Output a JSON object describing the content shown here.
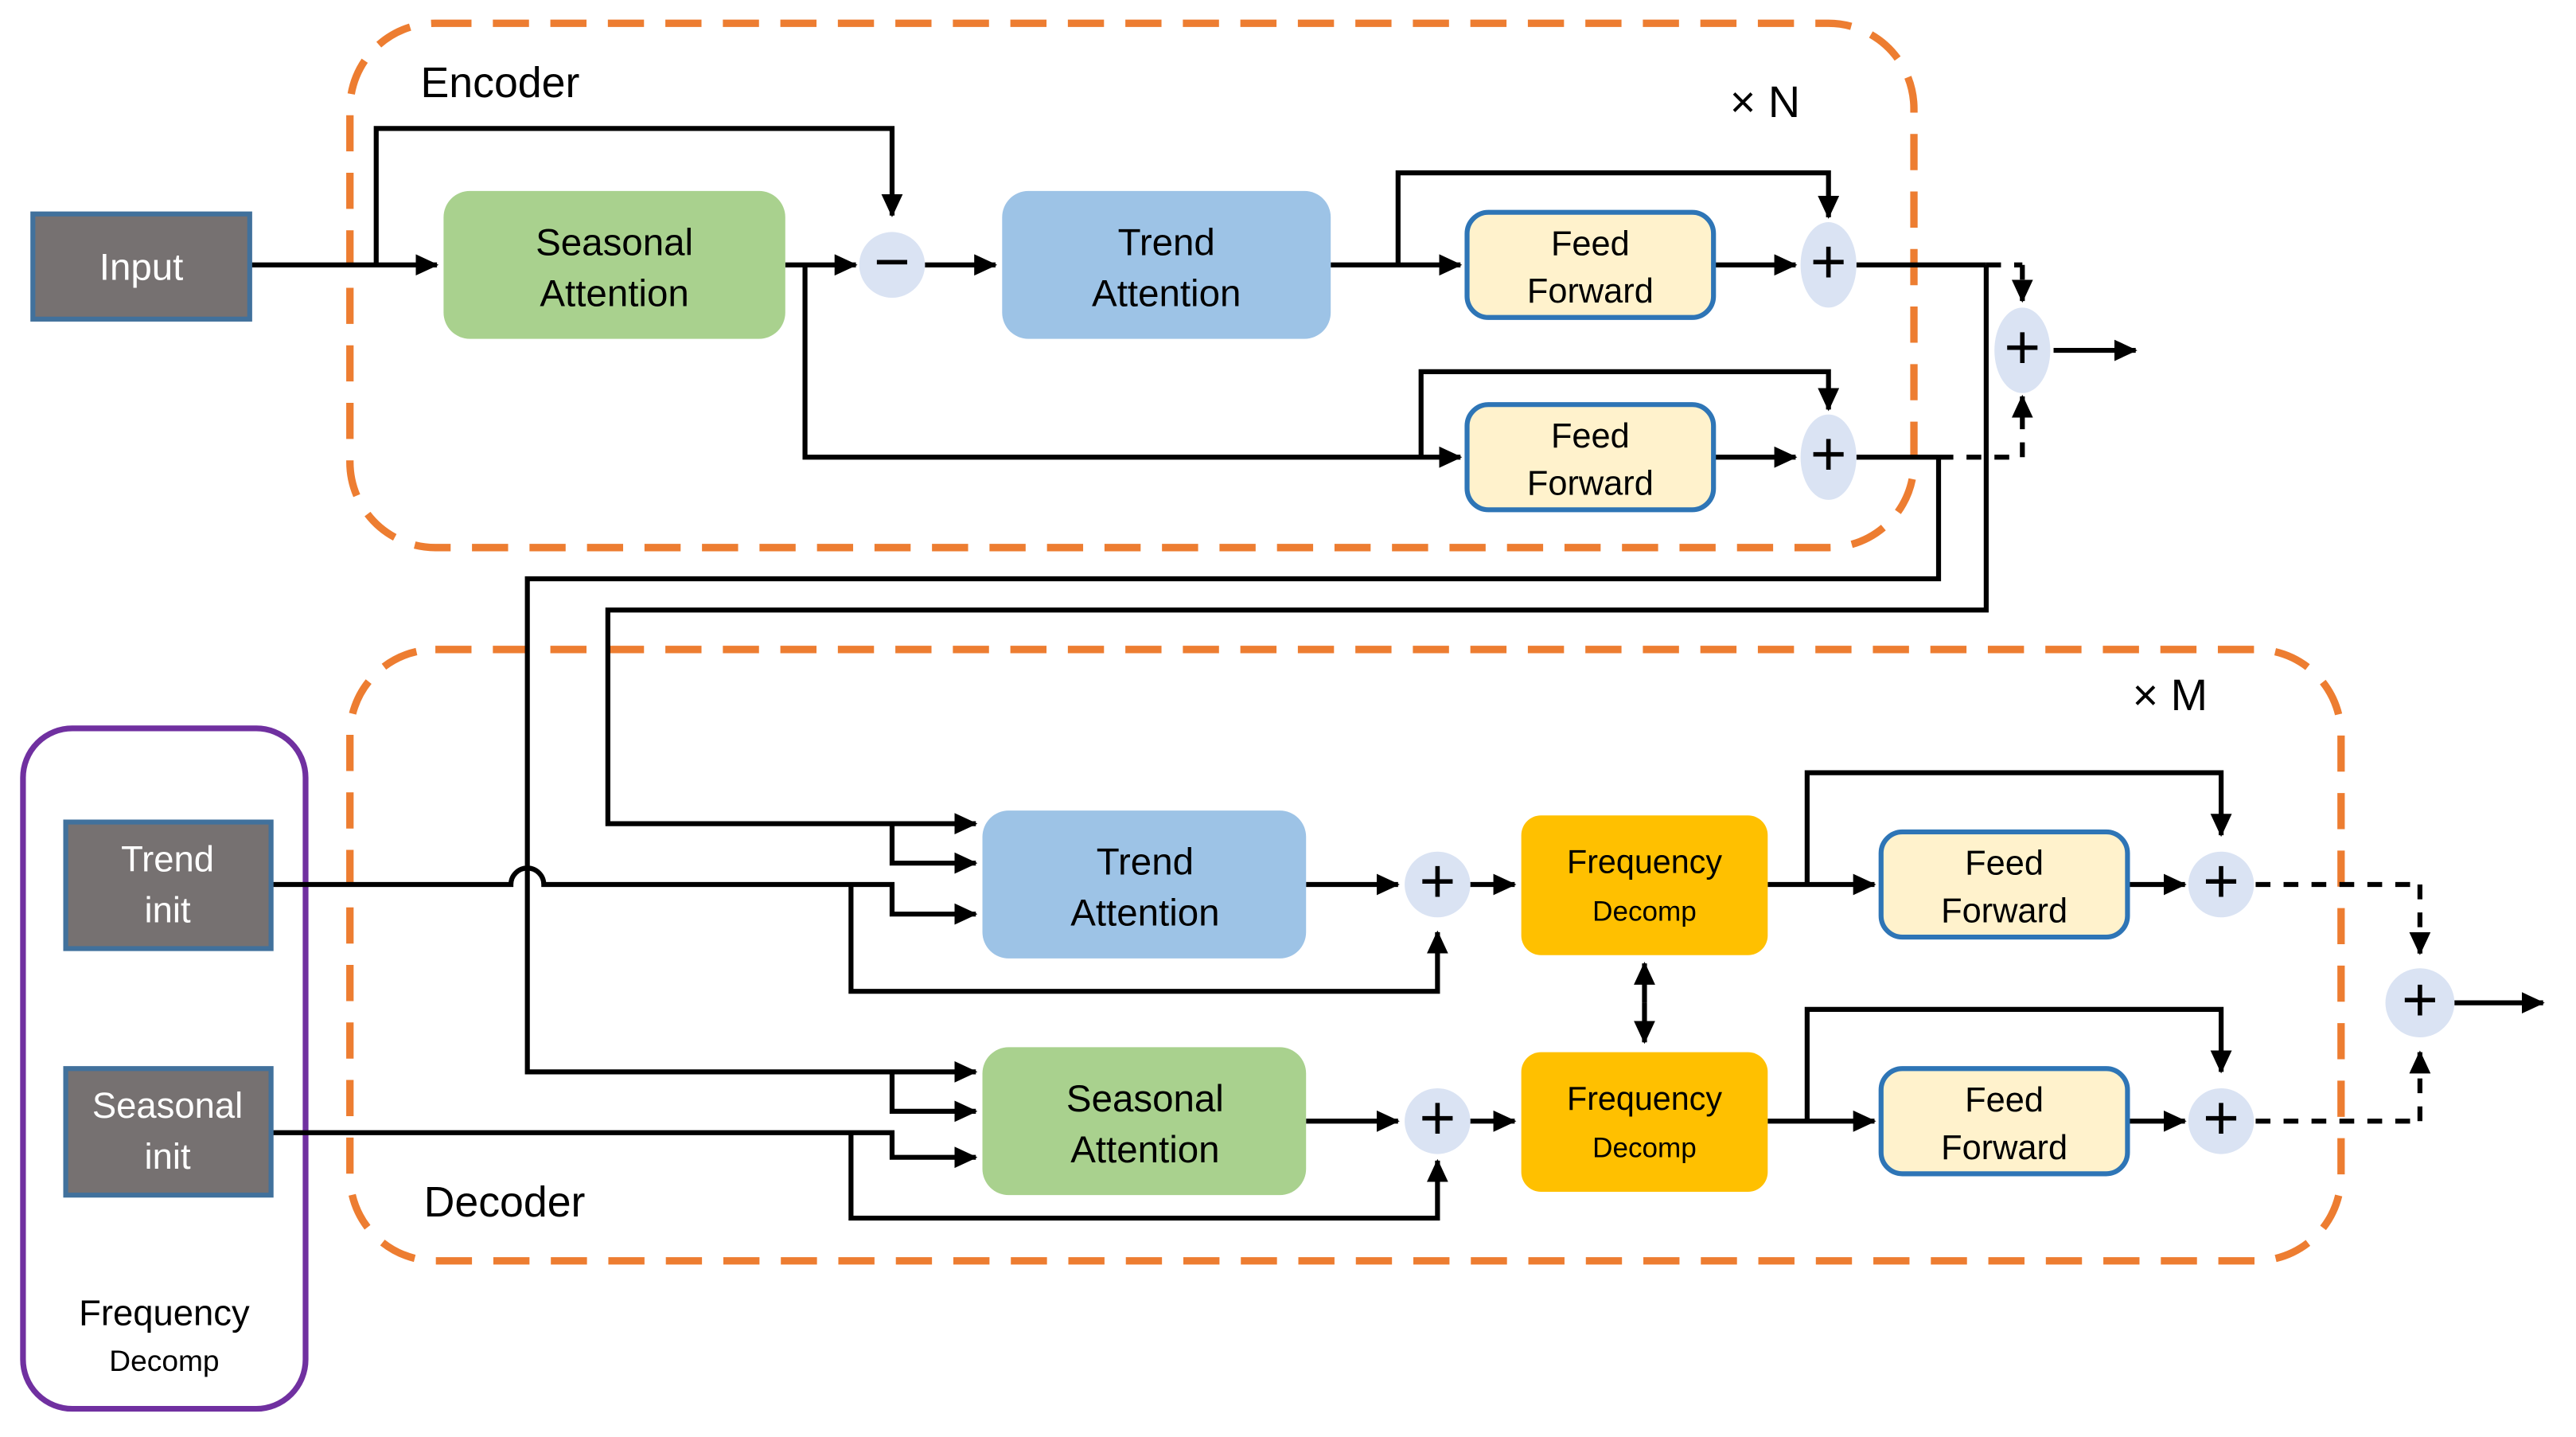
{
  "colors": {
    "region_orange": "#ED7D31",
    "purple": "#7030A0",
    "attention_green": "#A9D18E",
    "attention_blue": "#9DC3E6",
    "feed_forward_cream": "#FFF2CC",
    "feed_forward_border": "#2E75B6",
    "frequency_amber": "#FFC000",
    "init_gray": "#767171",
    "init_gray_border": "#41719C",
    "node_blue": "#DAE3F3",
    "line_black": "#000000"
  },
  "encoder": {
    "label": "Encoder",
    "repeat_label": "× N",
    "input_label": "Input",
    "seasonal_attention": {
      "line1": "Seasonal",
      "line2": "Attention"
    },
    "trend_attention": {
      "line1": "Trend",
      "line2": "Attention"
    },
    "feed_forward": {
      "line1": "Feed",
      "line2": "Forward"
    }
  },
  "decoder": {
    "label": "Decoder",
    "repeat_label": "× M",
    "trend_attention": {
      "line1": "Trend",
      "line2": "Attention"
    },
    "seasonal_attention": {
      "line1": "Seasonal",
      "line2": "Attention"
    },
    "frequency_decomp": {
      "line1": "Frequency",
      "line2": "Decomp"
    },
    "feed_forward": {
      "line1": "Feed",
      "line2": "Forward"
    }
  },
  "init_panel": {
    "trend_init": {
      "line1": "Trend",
      "line2": "init"
    },
    "seasonal_init": {
      "line1": "Seasonal",
      "line2": "init"
    },
    "caption": {
      "line1": "Frequency",
      "line2": "Decomp"
    }
  },
  "operators": {
    "plus": "+",
    "minus": "−"
  }
}
